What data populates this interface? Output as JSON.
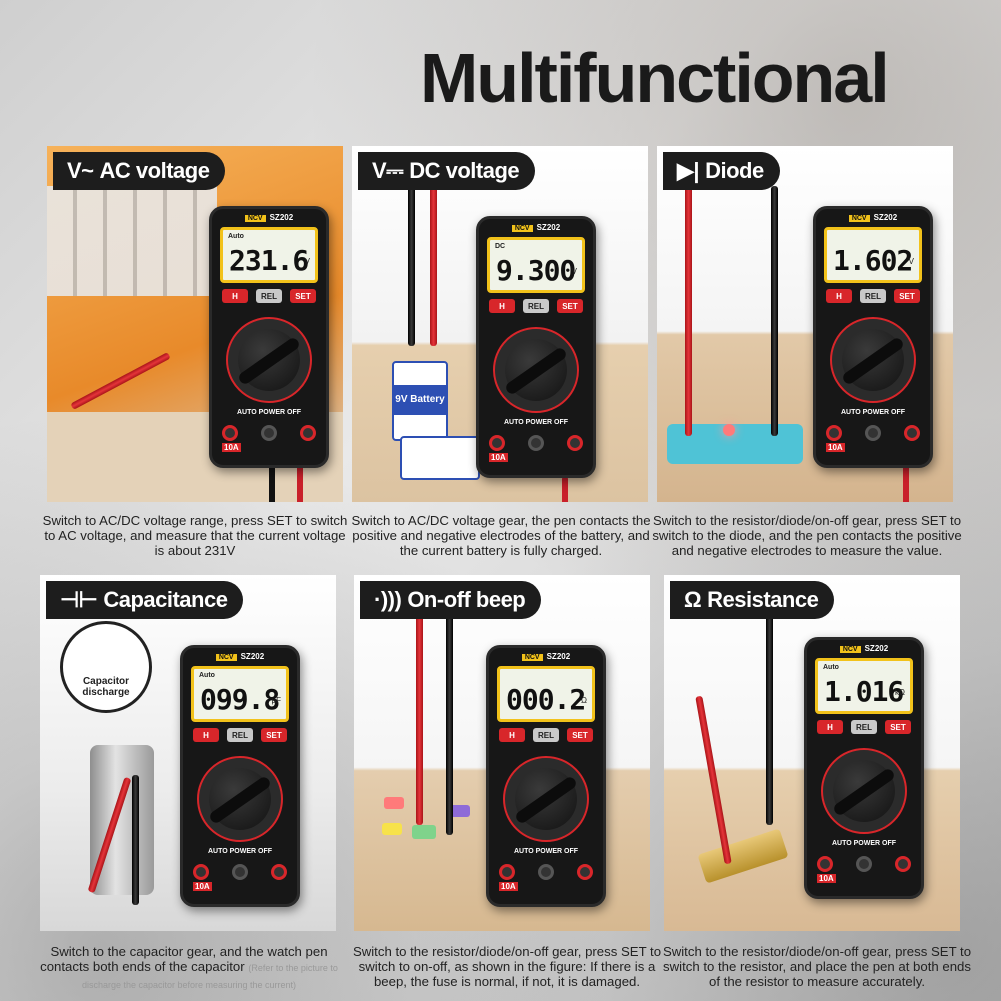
{
  "headline": "Multifunctional",
  "meter_common": {
    "ncv_badge": "NCV",
    "model": "SZ202",
    "btn_hold": "H",
    "btn_rel": "REL",
    "btn_set": "SET",
    "auto_power_off": "AUTO POWER OFF",
    "jack_10a": "10A"
  },
  "panels": [
    {
      "title": "AC voltage",
      "icon": "ac-voltage-icon",
      "icon_glyph": "V~",
      "lcd_mode": "Auto",
      "reading": "231.6",
      "unit": "V",
      "caption": "Switch to AC/DC voltage range, press SET to switch to AC voltage, and measure that the current voltage is about 231V",
      "scene_color": "#f2a043"
    },
    {
      "title": "DC voltage",
      "icon": "dc-voltage-icon",
      "icon_glyph": "V⎓",
      "lcd_mode": "DC",
      "reading": "9.300",
      "unit": "V",
      "caption": "Switch to AC/DC voltage gear, the pen contacts the positive and negative electrodes of the battery, and the current battery is fully charged.",
      "scene_color": "#e6cfae",
      "battery_label": "9V Battery"
    },
    {
      "title": "Diode",
      "icon": "diode-icon",
      "icon_glyph": "▶|",
      "lcd_mode": "",
      "reading": "1.602",
      "unit": "V",
      "caption": "Switch to the resistor/diode/on-off gear, press SET to switch to the diode, and the pen contacts the positive and negative electrodes to measure the value.",
      "scene_color": "#e2c9a8"
    },
    {
      "title": "Capacitance",
      "icon": "capacitance-icon",
      "icon_glyph": "⊣⊢",
      "lcd_mode": "Auto",
      "reading": "099.8",
      "unit": "μF",
      "caption_main": "Switch to the capacitor gear, and the watch pen contacts both ends of the capacitor",
      "caption_note": "(Refer to the picture to discharge the capacitor before measuring the current)",
      "scene_color": "#dcdcdc",
      "bubble_label": "Capacitor discharge"
    },
    {
      "title": "On-off beep",
      "icon": "beep-icon",
      "icon_glyph": "·)))",
      "lcd_mode": "",
      "reading": "000.2",
      "unit": "Ω",
      "caption": "Switch to the resistor/diode/on-off gear, press SET to switch to on-off, as shown in the figure: If there is a beep, the fuse is normal, if not, it is damaged.",
      "scene_color": "#e4cdae"
    },
    {
      "title": "Resistance",
      "icon": "resistance-icon",
      "icon_glyph": "Ω",
      "lcd_mode": "Auto",
      "reading": "1.016",
      "unit": "kΩ",
      "caption": "Switch to the resistor/diode/on-off gear, press SET to switch to the resistor, and place the pen at both ends of the resistor to measure accurately.",
      "scene_color": "#e6cfae"
    }
  ]
}
